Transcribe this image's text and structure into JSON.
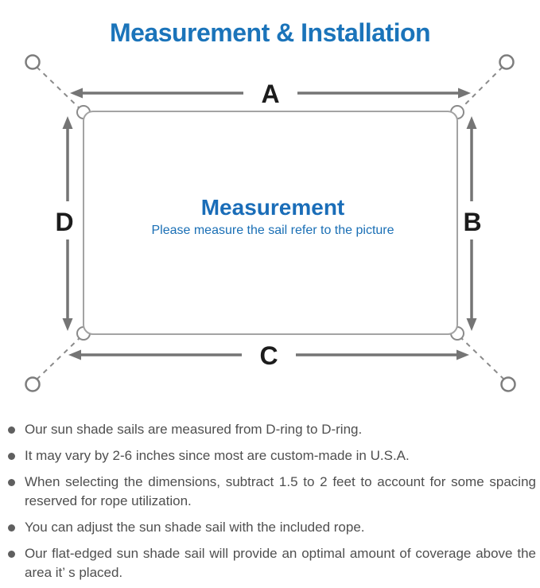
{
  "page": {
    "title": "Measurement & Installation"
  },
  "diagram": {
    "labels": {
      "top": "A",
      "right": "B",
      "bottom": "C",
      "left": "D"
    },
    "center": {
      "heading": "Measurement",
      "subheading": "Please measure the sail refer to the picture"
    }
  },
  "notes": [
    "Our sun shade sails are measured from D-ring to D-ring.",
    "It may vary by 2-6 inches since most are custom-made in U.S.A.",
    "When selecting the dimensions, subtract 1.5 to 2 feet to account for some spacing reserved for rope utilization.",
    "You can adjust the sun shade sail with the included rope.",
    "Our flat-edged sun shade sail will provide an optimal amount of coverage above the area it’ s placed."
  ],
  "colors": {
    "accent_blue": "#1b74ba",
    "note_text_gray": "#4f4f4f",
    "diagram_line_gray": "#757575"
  }
}
